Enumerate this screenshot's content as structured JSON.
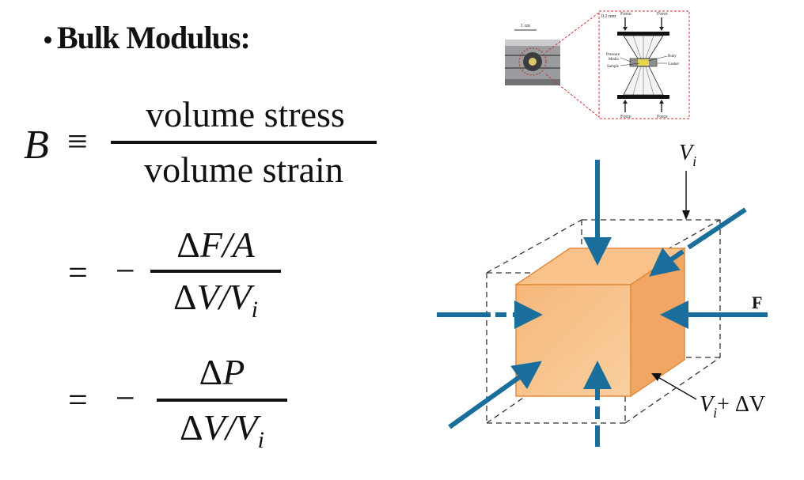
{
  "heading": {
    "bullet": "•",
    "title": "Bulk Modulus:"
  },
  "equation": {
    "lhs_symbol": "B",
    "equiv": "≡",
    "line1": {
      "numerator": "volume stress",
      "denominator": "volume strain"
    },
    "line2": {
      "equals": "=",
      "minus": "−",
      "num_delta": "Δ",
      "num_F": "F",
      "num_slash_A": "/A",
      "den_delta": "Δ",
      "den_V": "V",
      "den_slash": "/",
      "den_Vi": "V",
      "den_sub": "i"
    },
    "line3": {
      "equals": "=",
      "minus": "−",
      "num_delta": "Δ",
      "num_P": "P",
      "den_delta": "Δ",
      "den_V": "V",
      "den_slash": "/",
      "den_Vi": "V",
      "den_sub": "i"
    }
  },
  "anvil_inset": {
    "scale_small": "1 cm",
    "scale_large": "0.2 mm",
    "force_labels": [
      "Force",
      "Force",
      "Force",
      "Force"
    ],
    "left_labels": [
      "Pressure",
      "Media",
      "Sample"
    ],
    "right_labels": [
      "Ruby",
      "Gasket"
    ],
    "colors": {
      "cell_body": "#8d8f93",
      "dashed_red": "#d9302c",
      "gem": "#e8d44d"
    }
  },
  "cube_diagram": {
    "label_vi": "V",
    "label_vi_sub": "i",
    "label_force": "F",
    "label_vi_dv_V": "V",
    "label_vi_dv_sub": "i",
    "label_vi_dv_rest": "+ ΔV",
    "colors": {
      "arrow": "#1a6e9b",
      "cube_face": "#f6b77a",
      "cube_side": "#f2a663",
      "cube_top": "#f8c28a",
      "cube_edge": "#e08c3f"
    }
  }
}
